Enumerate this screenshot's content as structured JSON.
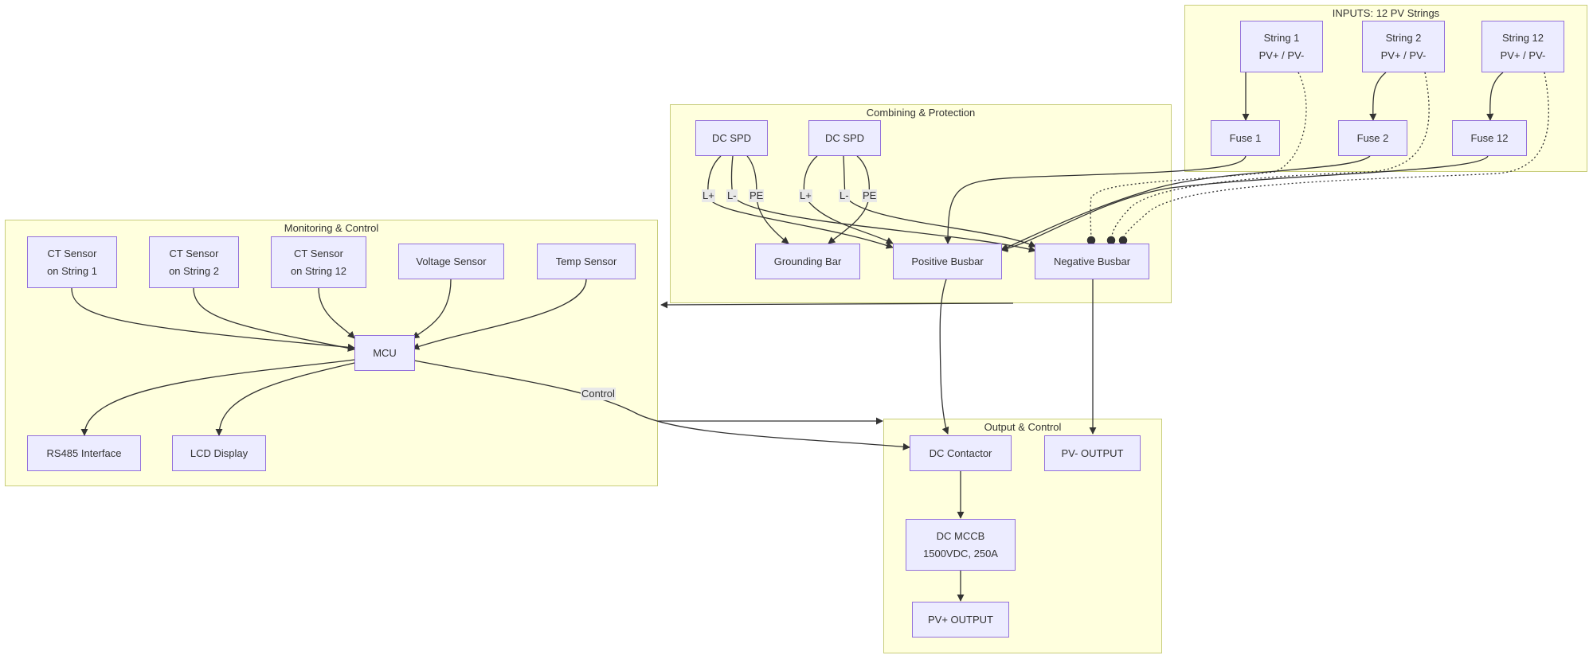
{
  "clusters": {
    "inputs": "INPUTS: 12 PV Strings",
    "combining": "Combining & Protection",
    "monitoring": "Monitoring & Control",
    "output": "Output & Control"
  },
  "nodes": {
    "string1": [
      "String 1",
      "PV+ / PV-"
    ],
    "string2": [
      "String 2",
      "PV+ / PV-"
    ],
    "string12": [
      "String 12",
      "PV+ / PV-"
    ],
    "fuse1": [
      "Fuse 1"
    ],
    "fuse2": [
      "Fuse 2"
    ],
    "fuse12": [
      "Fuse 12"
    ],
    "spd1": [
      "DC SPD"
    ],
    "spd2": [
      "DC SPD"
    ],
    "grounding_bar": [
      "Grounding Bar"
    ],
    "positive_busbar": [
      "Positive Busbar"
    ],
    "negative_busbar": [
      "Negative Busbar"
    ],
    "ct1": [
      "CT Sensor",
      "on String 1"
    ],
    "ct2": [
      "CT Sensor",
      "on String 2"
    ],
    "ct12": [
      "CT Sensor",
      "on String 12"
    ],
    "voltage_sensor": [
      "Voltage Sensor"
    ],
    "temp_sensor": [
      "Temp Sensor"
    ],
    "mcu": [
      "MCU"
    ],
    "rs485": [
      "RS485 Interface"
    ],
    "lcd": [
      "LCD Display"
    ],
    "dc_contactor": [
      "DC Contactor"
    ],
    "pv_minus_output": [
      "PV- OUTPUT"
    ],
    "dc_mccb": [
      "DC MCCB",
      "1500VDC, 250A"
    ],
    "pv_plus_output": [
      "PV+ OUTPUT"
    ]
  },
  "edge_labels": {
    "spd1_lplus": "L+",
    "spd1_lminus": "L-",
    "spd1_pe": "PE",
    "spd2_lplus": "L+",
    "spd2_lminus": "L-",
    "spd2_pe": "PE",
    "control": "Control"
  },
  "colors": {
    "cluster_fill": "#ffffde",
    "cluster_border": "#c8cd7c",
    "node_fill": "#ececff",
    "node_border": "#9370db",
    "edge": "#333333",
    "label_bg": "#e8e8e8"
  }
}
